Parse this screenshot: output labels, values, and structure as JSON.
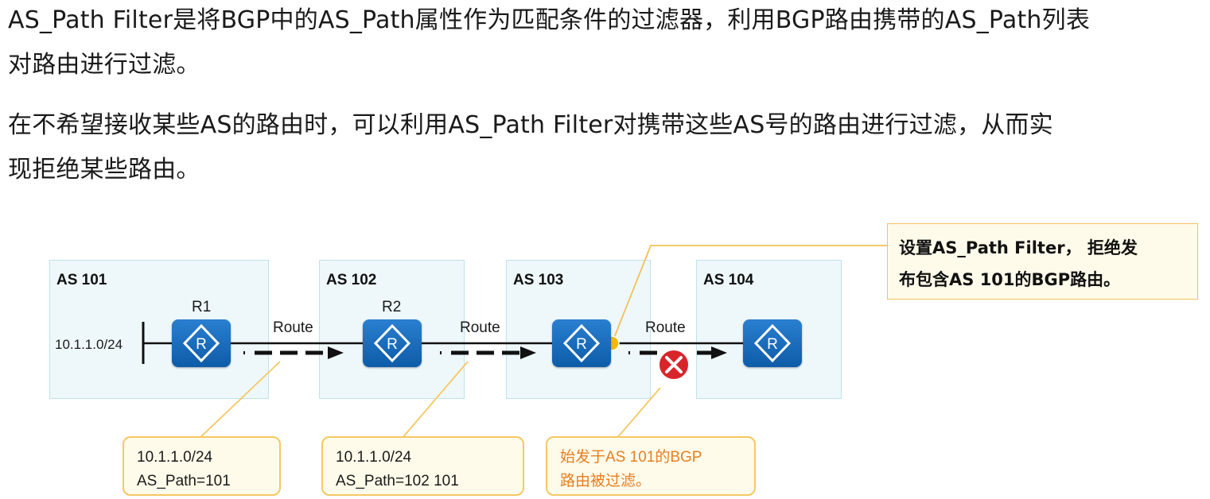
{
  "text": {
    "p1_line1": "AS_Path  Filter是将BGP中的AS_Path属性作为匹配条件的过滤器，利用BGP路由携带的AS_Path列表",
    "p1_line2": "对路由进行过滤。",
    "p2_line1": "在不希望接收某些AS的路由时，可以利用AS_Path  Filter对携带这些AS号的路由进行过滤，从而实",
    "p2_line2": "现拒绝某些路由。"
  },
  "diagram": {
    "as_boxes": [
      {
        "label": "AS 101"
      },
      {
        "label": "AS 102"
      },
      {
        "label": "AS 103"
      },
      {
        "label": "AS 104"
      }
    ],
    "routers": [
      "R1",
      "R2",
      "",
      ""
    ],
    "router_glyph": "R",
    "prefix": "10.1.1.0/24",
    "route_labels": [
      "Route",
      "Route",
      "Route"
    ],
    "callouts": {
      "c1_line1": "10.1.1.0/24",
      "c1_line2": "AS_Path=101",
      "c2_line1": "10.1.1.0/24",
      "c2_line2": "AS_Path=102 101",
      "c3_line1": "始发于AS 101的BGP",
      "c3_line2": "路由被过滤。",
      "c4_line1": "设置AS_Path  Filter， 拒绝发",
      "c4_line2": "布包含AS 101的BGP路由。"
    },
    "icons": {
      "router": "router-icon",
      "deny": "deny-x-icon",
      "filter_point": "filter-point-icon"
    },
    "colors": {
      "as_box_fill": "#eef8fb",
      "router_blue": "#1668b8",
      "callout_border": "#f7c763",
      "callout_fill": "#fffbea",
      "deny_red": "#d9252a",
      "orange_text": "#e67e22",
      "filter_dot": "#f5b800"
    }
  }
}
